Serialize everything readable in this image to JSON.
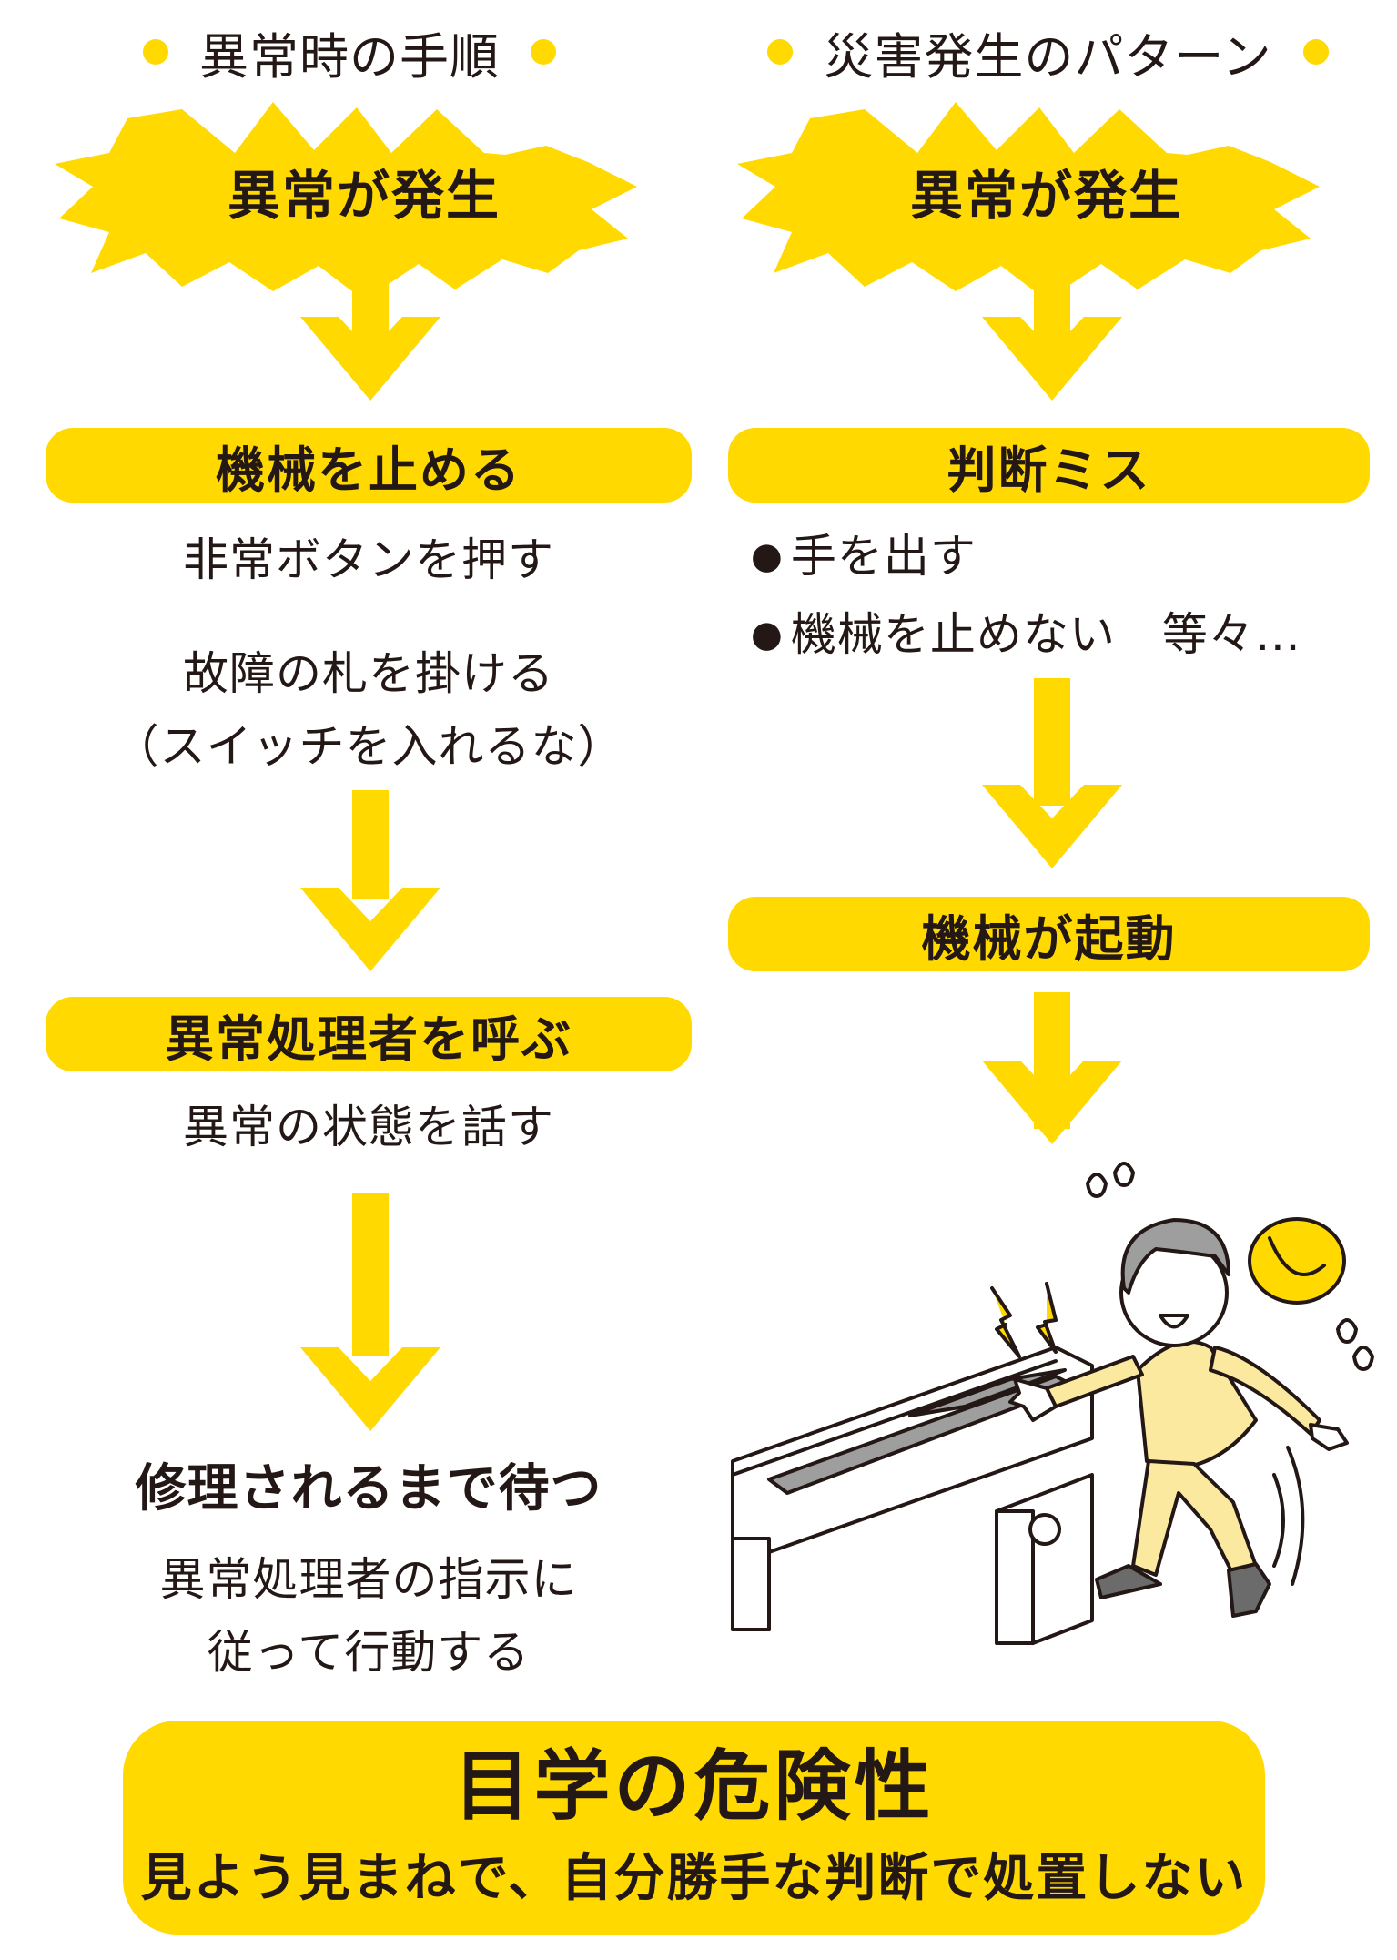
{
  "left": {
    "title": "異常時の手順",
    "burst": "異常が発生",
    "step1": "機械を止める",
    "step1_note1": "非常ボタンを押す",
    "step1_note2_line1": "故障の札を掛ける",
    "step1_note2_line2": "（スイッチを入れるな）",
    "step2": "異常処理者を呼ぶ",
    "step2_note": "異常の状態を話す",
    "step3": "修理されるまで待つ",
    "step3_note_line1": "異常処理者の指示に",
    "step3_note_line2": "従って行動する"
  },
  "right": {
    "title": "災害発生のパターン",
    "burst": "異常が発生",
    "step1": "判断ミス",
    "bullet_mark": "●",
    "bullet1": "手を出す",
    "bullet2": "機械を止めない　等々…",
    "step2": "機械が起動"
  },
  "bottom": {
    "title": "目学の危険性",
    "subtitle": "見よう見まねで、自分勝手な判断で処置しない"
  },
  "colors": {
    "accent": "#ffd900",
    "text": "#231815"
  }
}
